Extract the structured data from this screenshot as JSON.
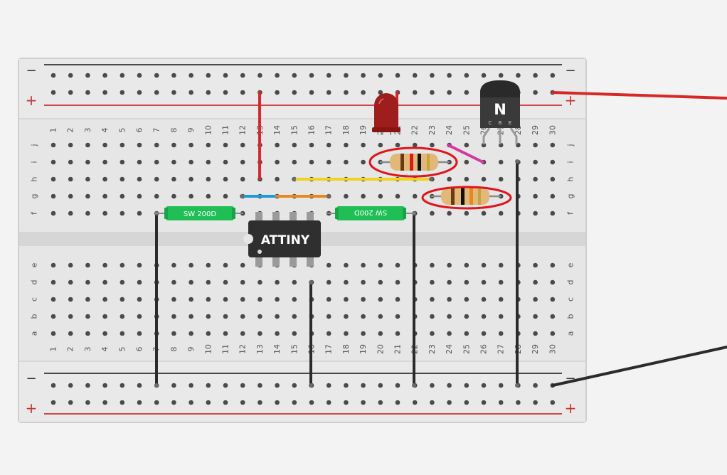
{
  "board": {
    "columns": [
      "1",
      "2",
      "3",
      "4",
      "5",
      "6",
      "7",
      "8",
      "9",
      "10",
      "11",
      "12",
      "13",
      "14",
      "15",
      "16",
      "17",
      "18",
      "19",
      "20",
      "21",
      "22",
      "23",
      "24",
      "25",
      "26",
      "27",
      "28",
      "29",
      "30"
    ],
    "top_rows": [
      "j",
      "i",
      "h",
      "g",
      "f"
    ],
    "bottom_rows": [
      "e",
      "d",
      "c",
      "b",
      "a"
    ],
    "minus_sign": "−",
    "plus_sign": "+"
  },
  "chip": {
    "label": "ATTINY"
  },
  "switches": {
    "left_label": "SW 200D",
    "right_label": "SW 200D"
  },
  "transistor": {
    "type_label": "N",
    "pins": [
      "C",
      "B",
      "E"
    ]
  },
  "colors": {
    "board": "#e6e6e6",
    "hole": "#4a4a4a",
    "rail_red": "#c9312e",
    "rail_black": "#333333",
    "wire_red": "#d62828",
    "wire_black": "#2b2b2b",
    "wire_blue": "#1e9ad6",
    "wire_orange": "#e8871e",
    "wire_yellow": "#f2d31b",
    "wire_magenta": "#d4399f",
    "switch_green": "#1fbf55",
    "chip_body": "#2f2f2f",
    "highlight": "#e0151b"
  }
}
